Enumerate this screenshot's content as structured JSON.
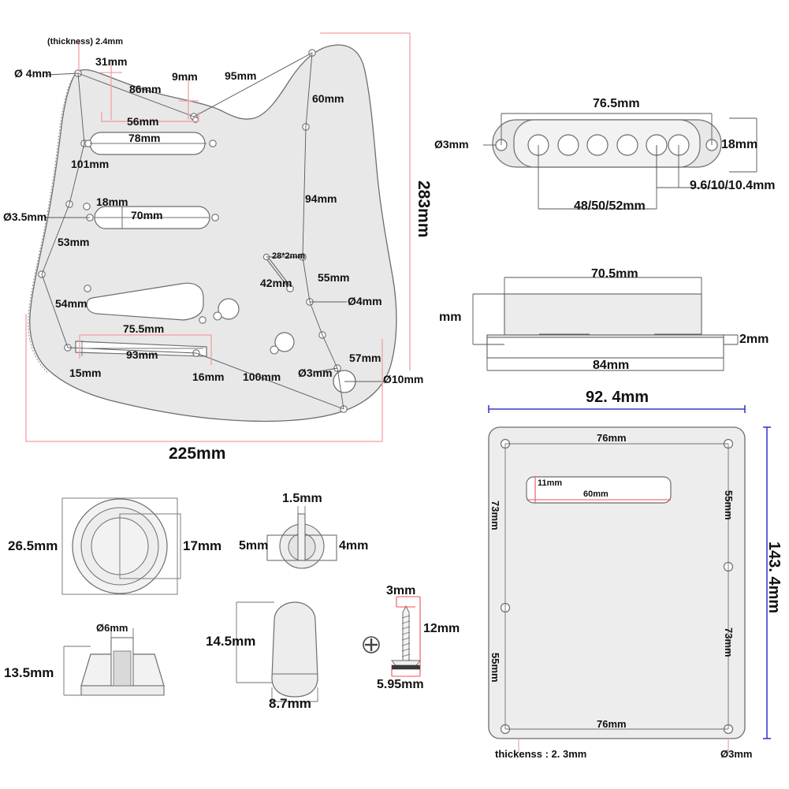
{
  "document": {
    "kind": "technical-dimension-drawing",
    "subject": "Electric guitar pickguard, single-coil pickup, knobs, switch tip, screw and back tremolo cover dimensions",
    "units": "mm"
  },
  "colors": {
    "outline": "#6d6d6d",
    "fill": "#e8e8e8",
    "fill_light": "#f2f2f2",
    "dimension_red": "#f0a0a4",
    "dimension_blue": "#3a3ad0",
    "dimension_gray": "#707070",
    "text": "#111111",
    "page": "#ffffff"
  },
  "pickguard": {
    "name": "SSS pickguard outline",
    "overall_width": "225mm",
    "overall_height": "283mm",
    "labels": {
      "thickness": "(thickness) 2.4mm",
      "hole_4mm_tl": "Ø 4mm",
      "d31": "31mm",
      "d86": "86mm",
      "d9": "9mm",
      "d95": "95mm",
      "d60": "60mm",
      "d56": "56mm",
      "d78": "78mm",
      "d101": "101mm",
      "d94": "94mm",
      "hole_35": "Ø3.5mm",
      "d18": "18mm",
      "d70": "70mm",
      "d53": "53mm",
      "d54": "54mm",
      "slot_28x2": "28*2mm",
      "d42": "42mm",
      "d55": "55mm",
      "hole_4mm_r": "Ø4mm",
      "d755": "75.5mm",
      "d93": "93mm",
      "d15": "15mm",
      "d16": "16mm",
      "d100": "100mm",
      "d57": "57mm",
      "hole_3mm": "Ø3mm",
      "hole_10mm": "Ø10mm",
      "width_total": "225mm",
      "height_total": "283mm"
    }
  },
  "pickup_top": {
    "name": "Single coil pickup - top view",
    "labels": {
      "length": "76.5mm",
      "height": "18mm",
      "mount_hole": "Ø3mm",
      "pole_spacing_edge": "9.6/10/10.4mm",
      "pole_spacing_total": "48/50/52mm"
    }
  },
  "pickup_side": {
    "name": "Single coil pickup - side view",
    "labels": {
      "top_width": "70.5mm",
      "base_width": "84mm",
      "base_thickness": "2mm",
      "left_height": "mm"
    }
  },
  "back_plate": {
    "name": "Tremolo back cover plate",
    "labels": {
      "width_overall": "92. 4mm",
      "height_overall": "143. 4mm",
      "top_screw_span": "76mm",
      "bottom_screw_span": "76mm",
      "left_upper": "73mm",
      "left_lower": "55mm",
      "right_upper": "55mm",
      "right_lower": "73mm",
      "slot_height": "11mm",
      "slot_width": "60mm",
      "thickness": "thickenss : 2. 3mm",
      "screw_hole": "Ø3mm"
    }
  },
  "knob_top": {
    "name": "Control knob - top view",
    "labels": {
      "diameter": "26.5mm",
      "inner": "17mm"
    }
  },
  "knob_side": {
    "name": "Control knob - side view",
    "labels": {
      "shaft_hole": "Ø6mm",
      "height": "13.5mm"
    }
  },
  "switch_nut": {
    "name": "Switch tip shaft detail",
    "labels": {
      "slot_width": "1.5mm",
      "left": "5mm",
      "right": "4mm"
    }
  },
  "switch_tip": {
    "name": "Pickup selector switch tip",
    "labels": {
      "height": "14.5mm",
      "width": "8.7mm"
    }
  },
  "screw": {
    "name": "Mounting screw",
    "labels": {
      "head_top": "3mm",
      "length": "12mm",
      "head_diameter": "5.95mm"
    }
  }
}
